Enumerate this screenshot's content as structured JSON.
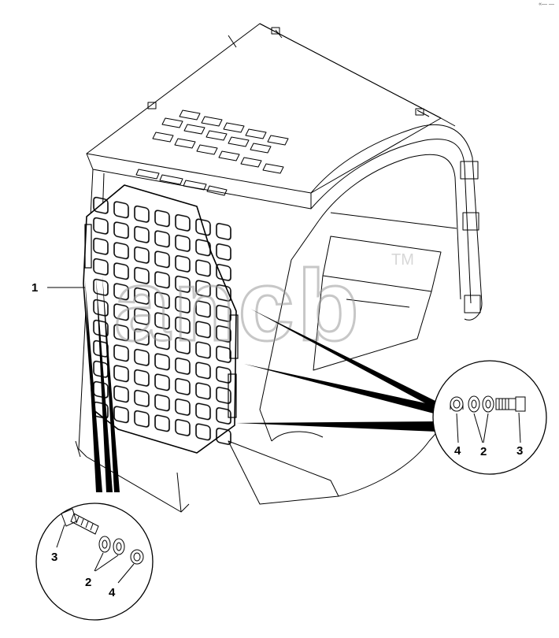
{
  "corner_mark": "«— —",
  "watermark": {
    "text": "ancb",
    "trademark": "TM"
  },
  "callouts": {
    "cab_part": "1",
    "right_detail": {
      "nut": "4",
      "washers": "2",
      "bolt": "3"
    },
    "left_detail": {
      "bolt": "3",
      "washers": "2",
      "nut": "4"
    }
  }
}
